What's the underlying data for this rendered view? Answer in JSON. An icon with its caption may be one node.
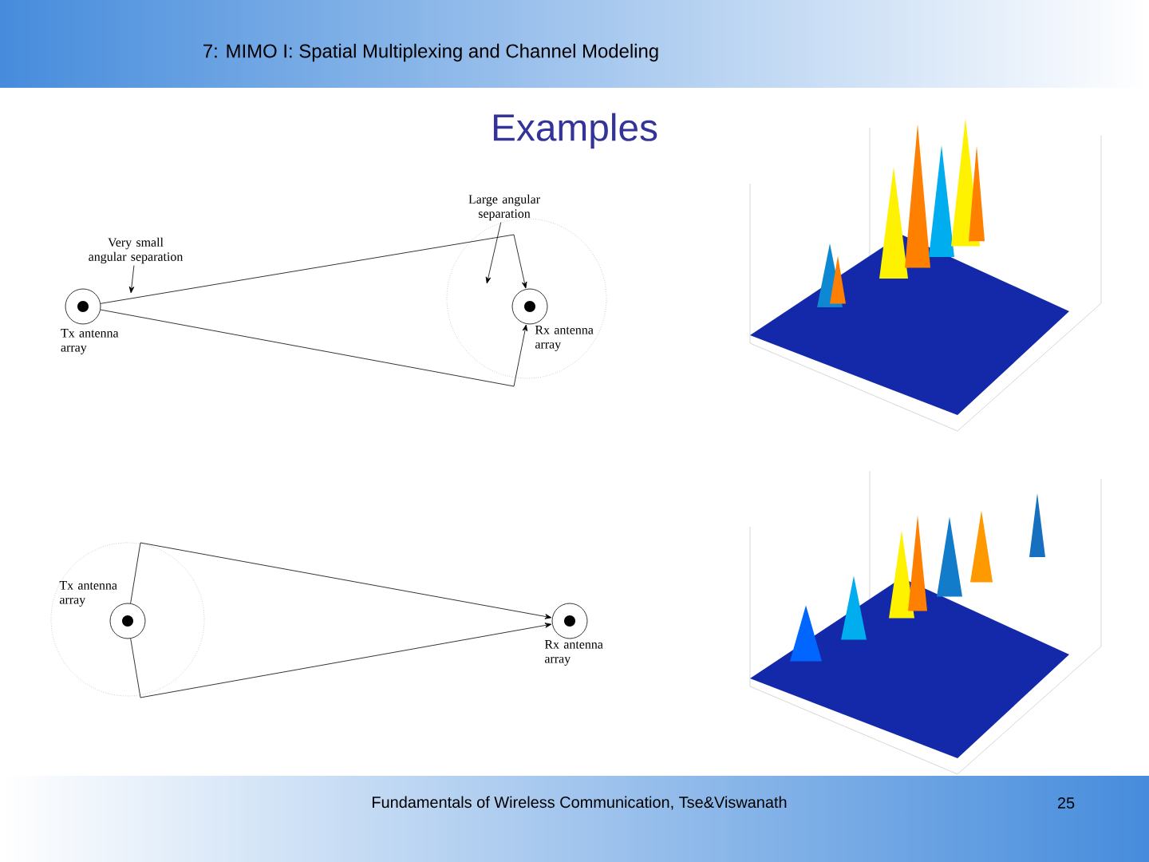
{
  "diagram": {
    "title": "Examples",
    "nodes": [
      {
        "text": [
          "Large angular separation"
        ]
      },
      {
        "text": [
          "Very small angular separation"
        ]
      },
      {
        "text": [],
        "shape": "circle",
        "beside": [
          "Tx antenna array"
        ]
      },
      {
        "text": [],
        "shape": "circle",
        "beside": [
          "Rx antenna array"
        ]
      },
      {
        "text": [],
        "shape": "circle",
        "beside": [
          "Tx antenna array"
        ]
      },
      {
        "text": [],
        "shape": "circle",
        "beside": [
          "Rx antenna array"
        ]
      }
    ],
    "edges": [
      {
        "from": 2,
        "to": 3,
        "arrow": "to"
      },
      {
        "from": 2,
        "to": 3,
        "arrow": "to"
      },
      {
        "from": 4,
        "to": 5,
        "arrow": "to"
      },
      {
        "from": 4,
        "to": 5,
        "arrow": "to"
      },
      {
        "from": 1,
        "to": null,
        "arrow": "to"
      },
      {
        "from": 0,
        "to": null,
        "arrow": "to"
      }
    ],
    "labels": [
      "7: MIMO I: Spatial Multiplexing and Channel Modeling",
      "Fundamentals of Wireless Communication, Tse&Viswanath",
      "25"
    ]
  }
}
